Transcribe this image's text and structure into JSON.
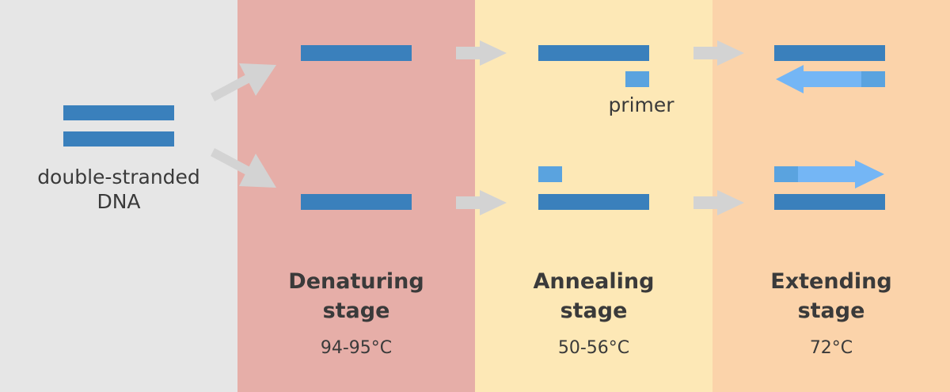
{
  "diagram": {
    "dna_label_line1": "double-stranded",
    "dna_label_line2": "DNA",
    "primer_label": "primer",
    "stages": [
      {
        "title_line1": "Denaturing",
        "title_line2": "stage",
        "temperature": "94-95°C"
      },
      {
        "title_line1": "Annealing",
        "title_line2": "stage",
        "temperature": "50-56°C"
      },
      {
        "title_line1": "Extending",
        "title_line2": "stage",
        "temperature": "72°C"
      }
    ]
  },
  "colors": {
    "panel_initial": "#e6e6e6",
    "panel_denaturing": "#e6aea8",
    "panel_annealing": "#fde8b6",
    "panel_extending": "#fbd3aa",
    "strand": "#3a80bc",
    "primer": "#5aa3df",
    "new_strand": "#74b6f5",
    "flow_arrow": "#d3d3d3",
    "text": "#3a3a3a"
  }
}
